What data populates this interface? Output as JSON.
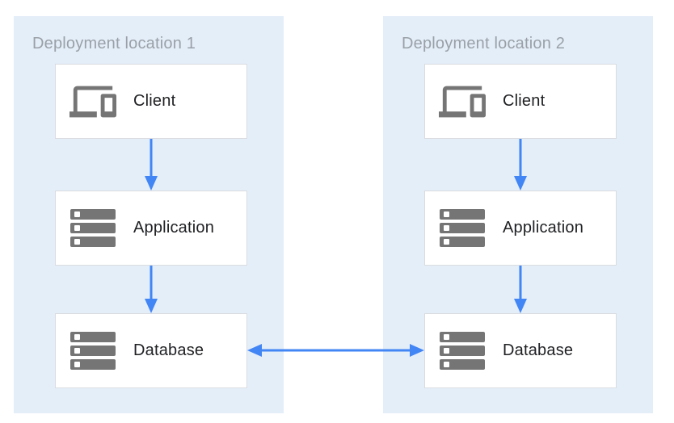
{
  "diagram": {
    "type": "architecture-diagram",
    "panels": [
      {
        "title": "Deployment location 1",
        "nodes": [
          {
            "id": "client",
            "label": "Client",
            "icon": "devices-icon"
          },
          {
            "id": "application",
            "label": "Application",
            "icon": "server-stack-icon"
          },
          {
            "id": "database",
            "label": "Database",
            "icon": "server-stack-icon"
          }
        ]
      },
      {
        "title": "Deployment location 2",
        "nodes": [
          {
            "id": "client",
            "label": "Client",
            "icon": "devices-icon"
          },
          {
            "id": "application",
            "label": "Application",
            "icon": "server-stack-icon"
          },
          {
            "id": "database",
            "label": "Database",
            "icon": "server-stack-icon"
          }
        ]
      }
    ],
    "edges": [
      {
        "from": "deployment-1-client",
        "to": "deployment-1-application",
        "direction": "down"
      },
      {
        "from": "deployment-1-application",
        "to": "deployment-1-database",
        "direction": "down"
      },
      {
        "from": "deployment-2-client",
        "to": "deployment-2-application",
        "direction": "down"
      },
      {
        "from": "deployment-2-application",
        "to": "deployment-2-database",
        "direction": "down"
      },
      {
        "from": "deployment-1-database",
        "to": "deployment-2-database",
        "direction": "bidirectional"
      }
    ],
    "colors": {
      "panel_background": "#E4EEF9",
      "node_background": "#FFFFFF",
      "node_border": "#DADCE0",
      "icon_gray": "#757575",
      "arrow_blue": "#4285F4",
      "title_gray": "#9AA0A6",
      "label_dark": "#202124"
    }
  }
}
